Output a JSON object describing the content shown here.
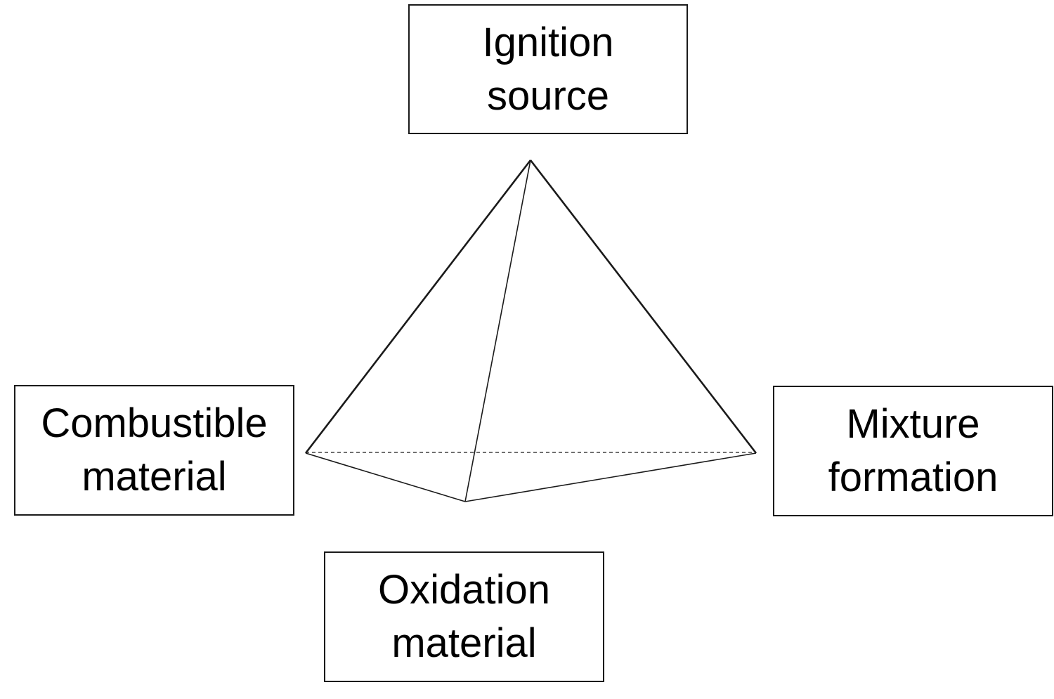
{
  "nodes": {
    "ignition": {
      "line1": "Ignition",
      "line2": "source"
    },
    "combustible": {
      "line1": "Combustible",
      "line2": "material"
    },
    "mixture": {
      "line1": "Mixture",
      "line2": "formation"
    },
    "oxidation": {
      "line1": "Oxidation",
      "line2": "material"
    }
  },
  "colors": {
    "stroke": "#1a1a1a",
    "text": "#000000",
    "background": "#ffffff"
  }
}
